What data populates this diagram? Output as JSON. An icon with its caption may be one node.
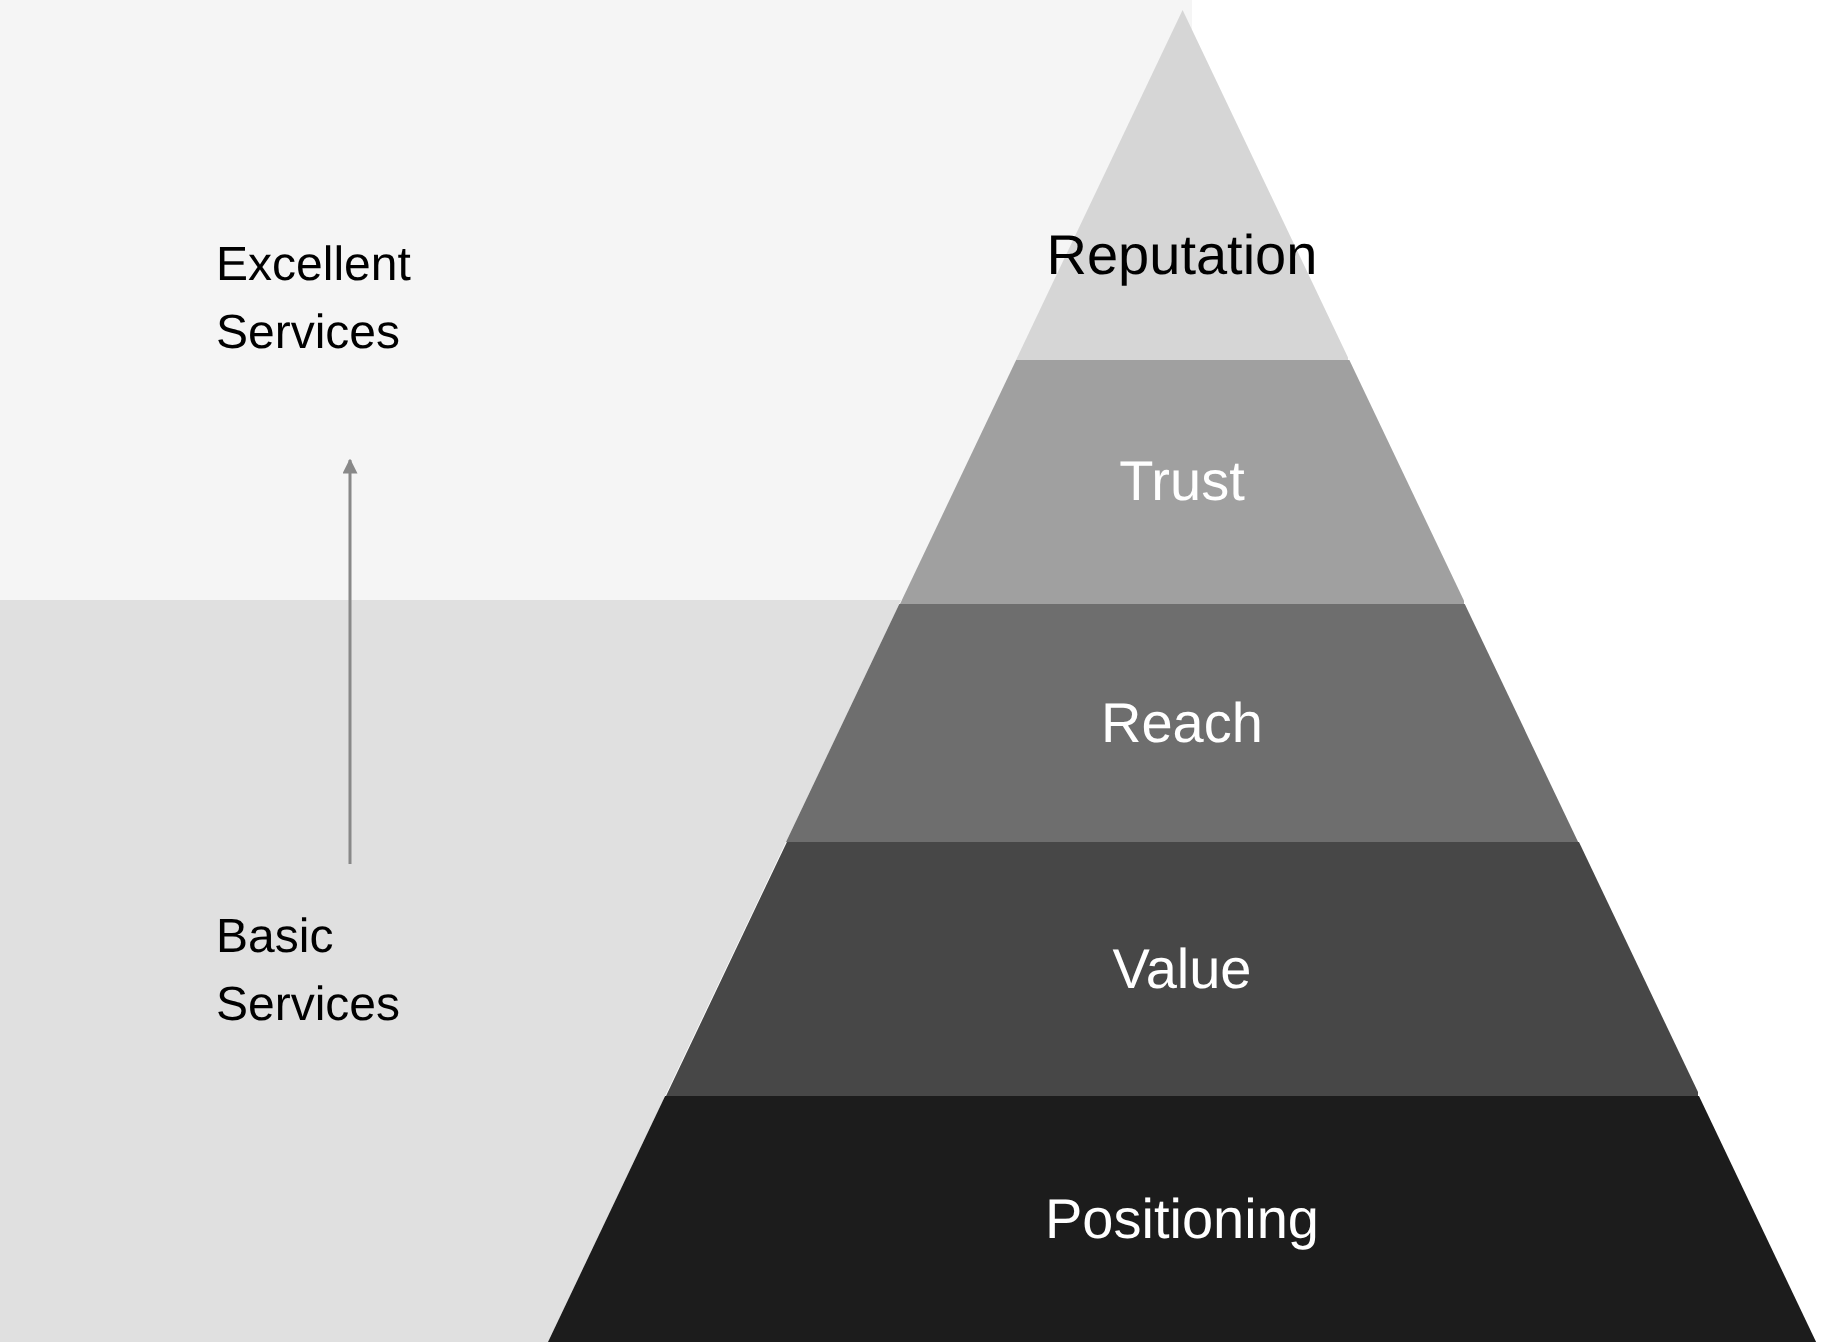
{
  "diagram": {
    "nodes": [
      {
        "text": [],
        "shape": "box"
      },
      {
        "text": [],
        "shape": "box"
      },
      {
        "text": [
          "Excellent Services"
        ],
        "in": 0
      },
      {
        "text": [
          "Basic Services"
        ],
        "in": 1
      },
      {
        "text": [
          "Reputation"
        ]
      },
      {
        "text": [
          "Trust"
        ]
      },
      {
        "text": [
          "Reach"
        ]
      },
      {
        "text": [
          "Value"
        ]
      },
      {
        "text": [
          "Positioning"
        ]
      }
    ],
    "edges": [
      {
        "from": 3,
        "to": 2,
        "arrow": "to"
      }
    ]
  }
}
